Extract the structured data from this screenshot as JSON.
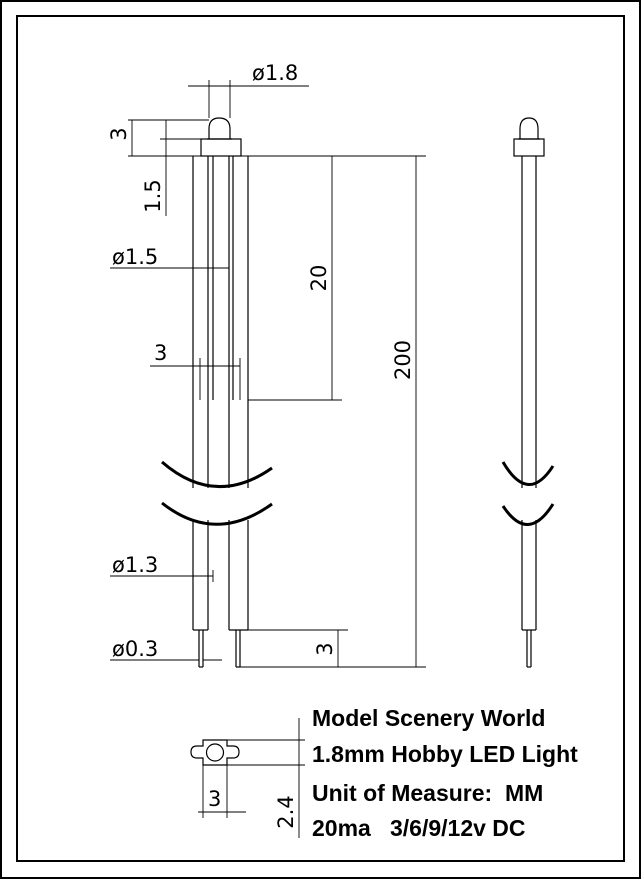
{
  "dimensions": {
    "led_diameter": "ø1.8",
    "led_height": "3",
    "led_base_height": "1.5",
    "wire_diameter": "ø1.5",
    "wire_gap": "3",
    "split_length": "20",
    "total_length": "200",
    "wire_core_diameter": "ø1.3",
    "lead_diameter": "ø0.3",
    "stripped_length": "3",
    "bottom_width": "3",
    "bottom_height": "2.4"
  },
  "title_block": {
    "line1": "Model Scenery World",
    "line2": "1.8mm Hobby LED Light",
    "line3": "Unit of Measure:  MM",
    "line4": "20ma   3/6/9/12v DC"
  }
}
